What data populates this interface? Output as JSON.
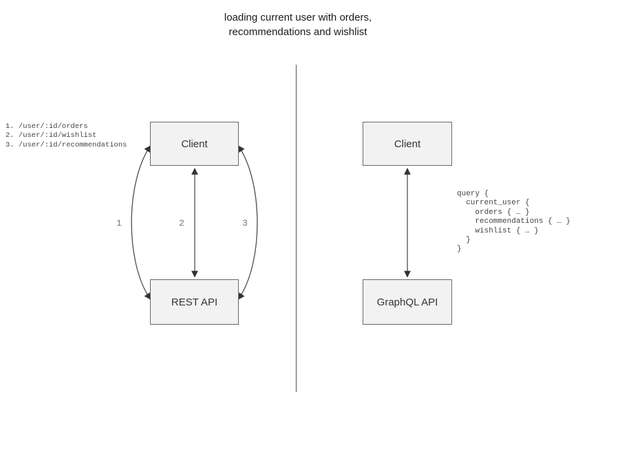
{
  "title": "loading current user with orders,\nrecommendations and wishlist",
  "rest_panel": {
    "endpoints": "1. /user/:id/orders\n2. /user/:id/wishlist\n3. /user/:id/recommendations",
    "client_label": "Client",
    "api_label": "REST API",
    "arrow_labels": [
      "1",
      "2",
      "3"
    ]
  },
  "graphql_panel": {
    "client_label": "Client",
    "api_label": "GraphQL API",
    "query": "query {\n  current_user {\n    orders { … }\n    recommendations { … }\n    wishlist { … }\n  }\n}"
  },
  "colors": {
    "node_fill": "#f2f2f2",
    "node_border": "#666666",
    "edge_stroke": "#4d4d4d",
    "divider": "#666666",
    "code_text": "#444444",
    "label_text": "#757575"
  }
}
